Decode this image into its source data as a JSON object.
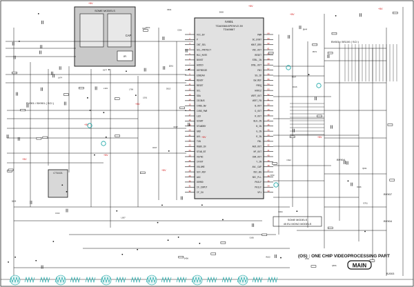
{
  "ic": {
    "ref": "IV801",
    "part_lines": [
      "TDA9360/4PE9/V2.39",
      "TDA9867"
    ],
    "pins_left": [
      "VCC_8V",
      "P",
      "INT_SEL",
      "SCL_PROTECT",
      "M1C_MUTE",
      "BOOST",
      "AUDIO",
      "DEFREEZE",
      "EDBIAN",
      "READY",
      "RESET",
      "SCL",
      "SDA",
      "IECBUS",
      "CVBS_SW",
      "CVBS_PWR",
      "LED",
      "SCART",
      "STANDBY",
      "GND",
      "AVL",
      "TUN",
      "RGBO_IN",
      "STAB_BT",
      "VSYNC",
      "IFOUT",
      "VOLUME",
      "SIF_REF",
      "AGC",
      "DEMOD",
      "IF_INPUT",
      "IF_IN"
    ],
    "pins_right": [
      "PWM",
      "SC_EVNT",
      "HOUT_DRV",
      "VSC_OUT",
      "RESET",
      "STBL_IN",
      "STBL_OUT",
      "FBI",
      "SS_ID",
      "EW_REF",
      "FREQ",
      "HORIZ",
      "VERT_OUT",
      "VERT_FB",
      "B_OUT",
      "G_OUT",
      "R_OUT",
      "BLK_IN",
      "B_IN",
      "G_IN",
      "R_IN",
      "FBL",
      "AUD_OUT",
      "HP_OUT",
      "CHR_OUT",
      "Y_IN",
      "AVL_CAP",
      "DEC_BG",
      "SEC_PLL",
      "PH2LF",
      "PH1LF",
      "VP1"
    ]
  },
  "blocks": {
    "some_models_top": "SOME MODELS",
    "cap": "CAP",
    "ir_sensor": "IR",
    "tuner_ref": "CT1021",
    "some_models_note": [
      "SOME MODELS",
      "45 EU MONO MODELS"
    ],
    "connector_top_right": "BV601 / BS100 ( SCI )",
    "connector_mid_left": "BV901 / BX901 ( SCI )",
    "connector_right": "BV904",
    "connector_right2": "BV907",
    "connector_right3": "BV904",
    "connector_right4": "BJ003"
  },
  "footer": {
    "title": "(OS) : ONE CHIP VIDEOPROCESSING PART",
    "badge": "MAIN"
  }
}
